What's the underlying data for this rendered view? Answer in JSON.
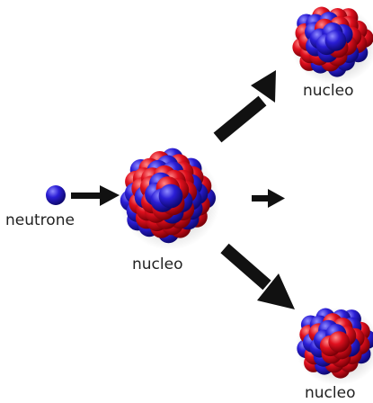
{
  "labels": {
    "neutron": "neutrone",
    "nucleus_center": "nucleo",
    "nucleus_top": "nucleo",
    "nucleus_bottom": "nucleo"
  },
  "colors": {
    "proton": "#e0101e",
    "neutron": "#2b1ed6",
    "arrow": "#111111",
    "text": "#222222",
    "background": "#ffffff"
  },
  "icons": {
    "neutron": "neutron-particle-icon",
    "nucleus": "atomic-nucleus-icon",
    "arrow": "reaction-arrow-icon"
  }
}
